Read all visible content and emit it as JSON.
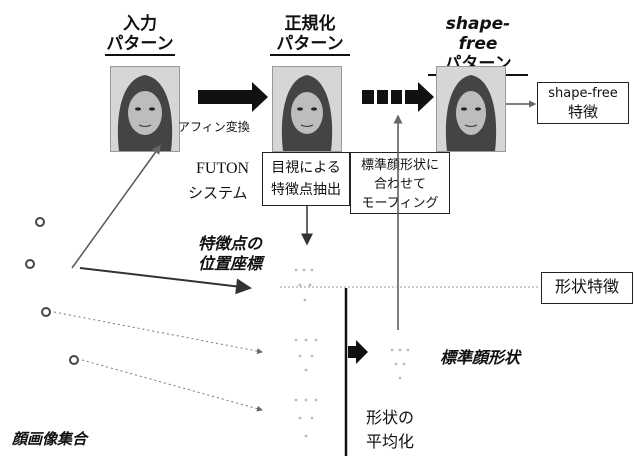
{
  "headers": {
    "input": {
      "line1": "入力",
      "line2": "パターン"
    },
    "normalized": {
      "line1": "正規化",
      "line2": "パターン"
    },
    "shape_free": {
      "line1": "shape-free",
      "line2": "パターン"
    }
  },
  "labels": {
    "affine": "アフィン変換",
    "futon_line1": "FUTON",
    "futon_line2": "システム",
    "visual_line1": "目視による",
    "visual_line2": "特徴点抽出",
    "morph_line1": "標準顔形状に",
    "morph_line2": "合わせて",
    "morph_line3": "モーフィング",
    "feature_pos_line1": "特徴点の",
    "feature_pos_line2": "位置座標",
    "standard_shape": "標準顔形状",
    "shape_avg_line1": "形状の",
    "shape_avg_line2": "平均化",
    "face_set": "顔画像集合"
  },
  "outputs": {
    "shape_free_feature_line1": "shape-free",
    "shape_free_feature_line2": "特徴",
    "shape_feature": "形状特徴"
  }
}
